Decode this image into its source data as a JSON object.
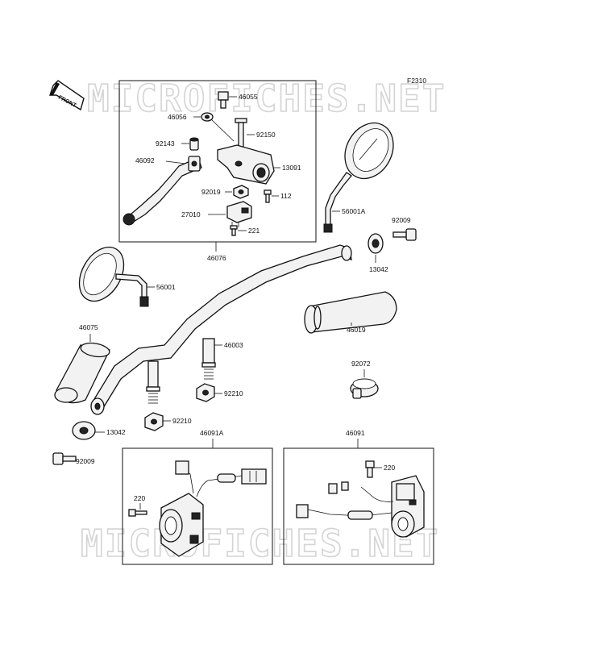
{
  "figure_code": "F2310",
  "front_label": "FRONT",
  "watermark": "MICROFICHES.NET",
  "labels": {
    "p46055": "46055",
    "p46056": "46056",
    "p92150": "92150",
    "p92143": "92143",
    "p46092": "46092",
    "p13091": "13091",
    "p92019": "92019",
    "p112": "112",
    "p27010": "27010",
    "p221": "221",
    "p46076": "46076",
    "p56001A": "56001A",
    "p92009a": "92009",
    "p13042a": "13042",
    "p56001": "56001",
    "p46019": "46019",
    "p46075": "46075",
    "p46003": "46003",
    "p92072": "92072",
    "p92210a": "92210",
    "p92210b": "92210",
    "p13042b": "13042",
    "p92009b": "92009",
    "p46091A": "46091A",
    "p46091": "46091",
    "p220a": "220",
    "p220b": "220"
  }
}
